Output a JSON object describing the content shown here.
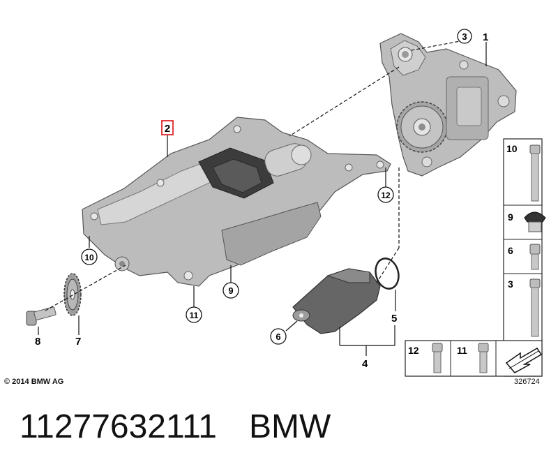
{
  "callouts": {
    "c1": "1",
    "c2": "2",
    "c3": "3",
    "c4": "4",
    "c5": "5",
    "c6": "6",
    "c7": "7",
    "c8": "8",
    "c9": "9",
    "c10": "10",
    "c11": "11",
    "c12": "12"
  },
  "legend": {
    "l10": "10",
    "l9": "9",
    "l6": "6",
    "l3": "3",
    "l12": "12",
    "l11": "11"
  },
  "copyright": "© 2014 BMW AG",
  "drawing_number": "326724",
  "part_number": "11277632111",
  "brand": "BMW",
  "colors": {
    "highlight": "#e0262b",
    "part_gray": "#b9b9b9",
    "line": "#111111"
  }
}
